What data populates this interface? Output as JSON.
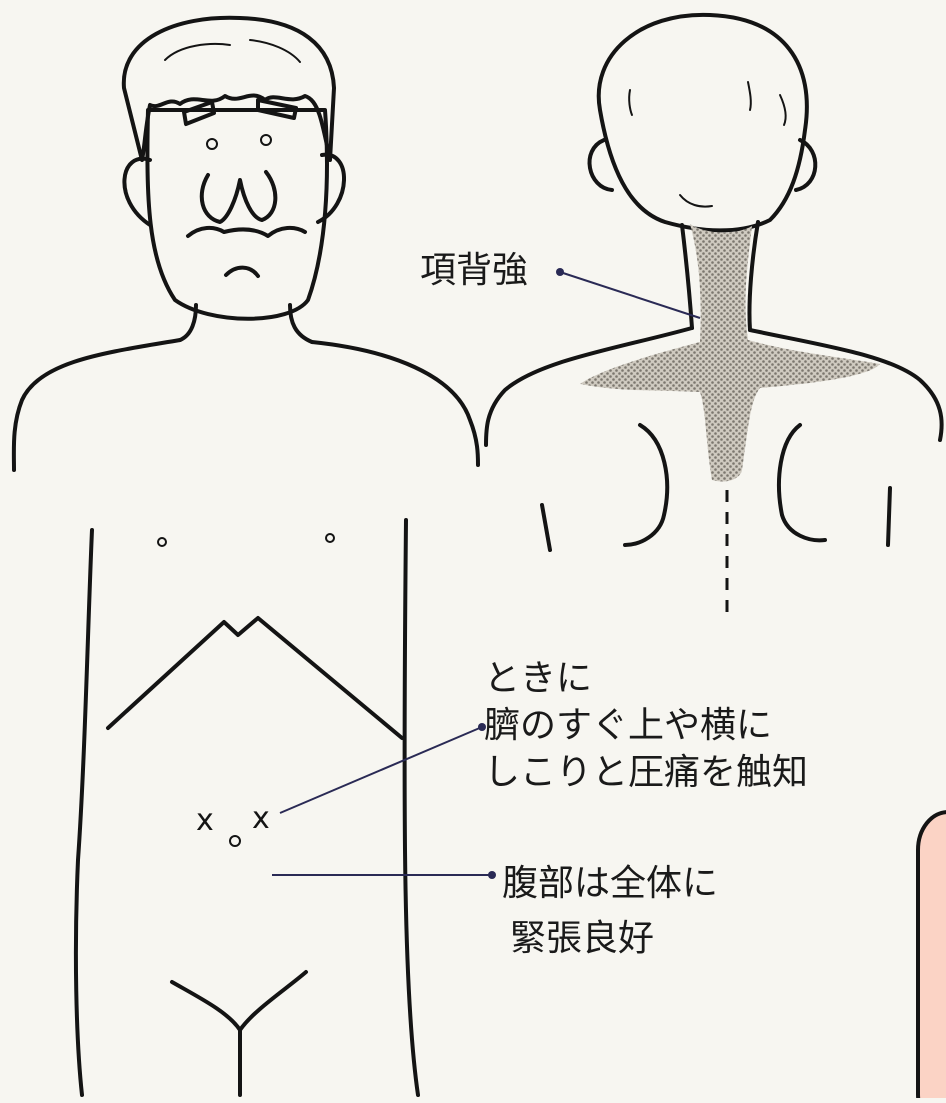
{
  "annotations": {
    "neck_stiffness": "項背強",
    "umbilical_line1": "ときに",
    "umbilical_line2": "臍のすぐ上や横に",
    "umbilical_line3": "しこりと圧痛を触知",
    "abdomen_line1": "腹部は全体に",
    "abdomen_line2": "緊張良好"
  },
  "colors": {
    "face": "#e86bc8",
    "hair_front": "#6e6e6a",
    "hair_back": "#545452",
    "stipple": "#a9a49b",
    "corner_box": "#fbd3c5"
  }
}
